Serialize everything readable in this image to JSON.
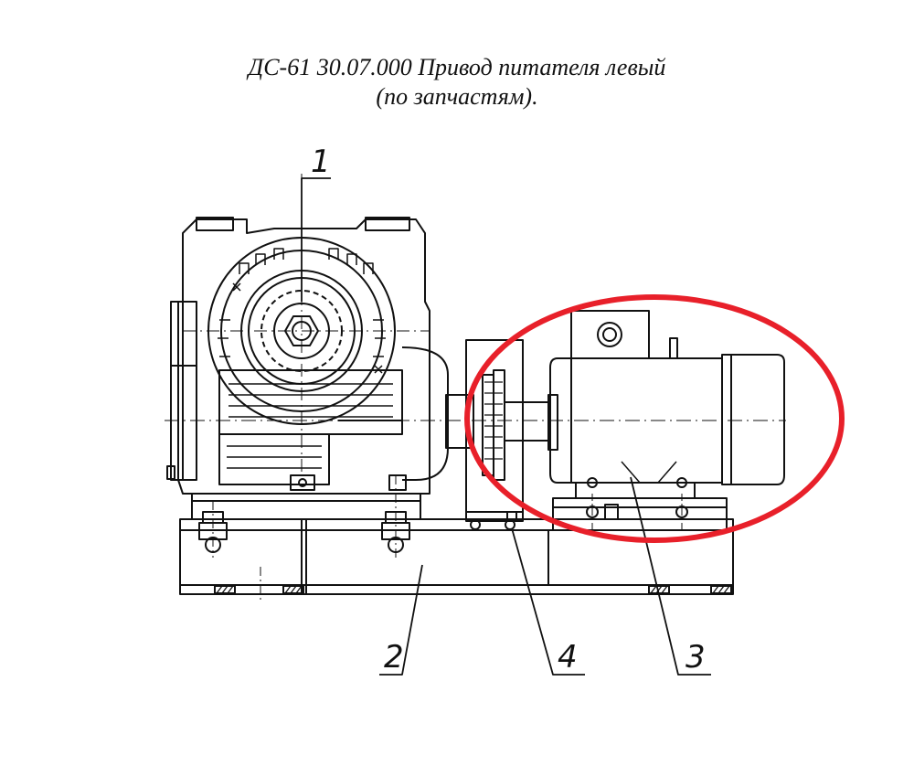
{
  "title": {
    "line1": "ДС-61 30.07.000 Привод питателя левый",
    "line2": "(по запчастям)."
  },
  "callouts": {
    "c1": "1",
    "c2": "2",
    "c3": "3",
    "c4": "4"
  },
  "highlight": {
    "color": "#e8202a",
    "target": "3"
  },
  "colors": {
    "ink": "#111111",
    "highlight": "#e8202a"
  }
}
